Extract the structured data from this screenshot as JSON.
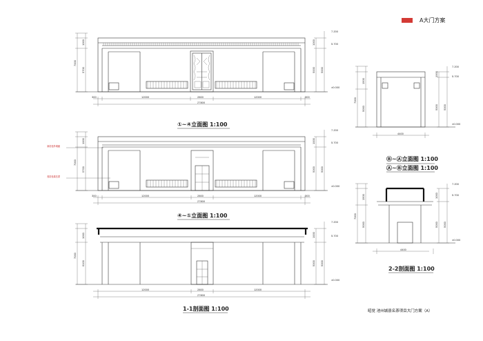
{
  "legend": {
    "label": "A大门方案",
    "swatch_color": "#d33a35"
  },
  "footer": "昭觉 池州城县名茶项目大门方案（A）",
  "views": {
    "elev_front": {
      "title": "①~④立面图 1:100",
      "dims_bottom_segments": [
        "300",
        "12000",
        "2800",
        "12000",
        "300"
      ],
      "dim_total": "27800",
      "dims_left": [
        "1000",
        "5700",
        "7000"
      ],
      "dims_left_inner": [
        "1500",
        "5000"
      ],
      "dims_right": [
        "5000",
        "1000"
      ],
      "levels": [
        "7.200",
        "5.700",
        "±0.000"
      ]
    },
    "elev_back": {
      "title": "④~①立面图 1:100",
      "dims_bottom_segments": [
        "300",
        "12000",
        "2800",
        "12000",
        "300"
      ],
      "dim_total": "27800",
      "dims_left": [
        "1000",
        "5700",
        "7000"
      ],
      "dims_left_inner": [
        "1500",
        "5000"
      ],
      "dims_right": [
        "5000",
        "1000"
      ],
      "levels": [
        "7.200",
        "5.700",
        "±0.000"
      ],
      "annotations": [
        "深灰色外墙面",
        "浅灰色真石漆"
      ]
    },
    "section_11": {
      "title": "1-1剖面图   1:100",
      "dims_bottom_segments": [
        "12000",
        "2800",
        "12000"
      ],
      "dim_total": "27800",
      "dims_left": [
        "1000",
        "6100",
        "7000"
      ],
      "dims_right": [
        "5000",
        "1000"
      ],
      "levels": [
        "7.200",
        "5.700",
        "±0.000"
      ]
    },
    "elev_side": {
      "title_1": "Ⓑ~Ⓐ立面图  1:100",
      "title_2": "Ⓐ~Ⓑ立面图  1:100",
      "dims_left": [
        "1500",
        "7000",
        "5000"
      ],
      "dims_right": [
        "5000",
        "1000"
      ],
      "dim_width": "4400",
      "levels": [
        "7.200",
        "5.700",
        "±0.000"
      ]
    },
    "section_22": {
      "title": "2-2剖面图   1:100",
      "dims_left": [
        "1500",
        "7000",
        "5000"
      ],
      "dims_right": [
        "5000",
        "1000"
      ],
      "dim_width": "4400",
      "levels": [
        "7.200",
        "5.700",
        "±0.000"
      ]
    }
  }
}
